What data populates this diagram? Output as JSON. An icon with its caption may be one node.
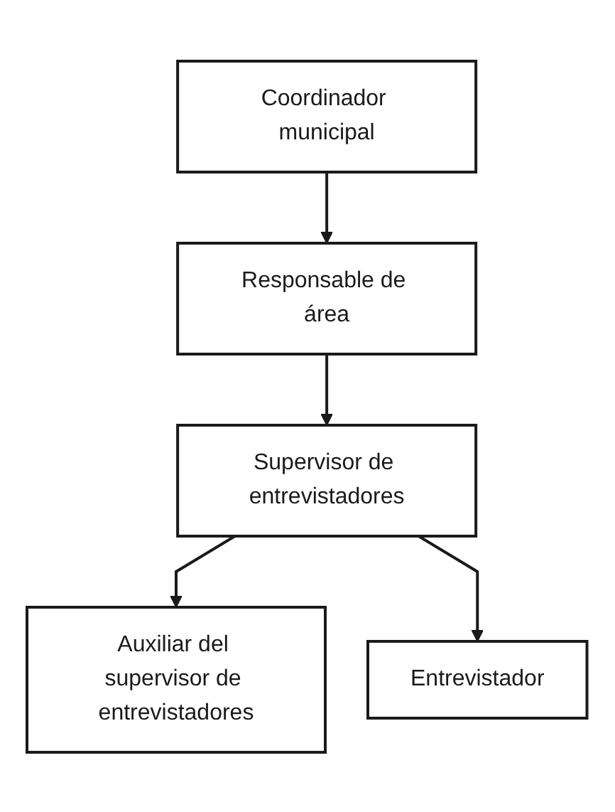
{
  "diagram": {
    "nodes": [
      {
        "text": [
          "Coordinador municipal"
        ]
      },
      {
        "text": [
          "Responsable de área"
        ]
      },
      {
        "text": [
          "Supervisor de entrevistadores"
        ]
      },
      {
        "text": [
          "Auxiliar del supervisor de entrevistadores"
        ]
      },
      {
        "text": [
          "Entrevistador"
        ]
      }
    ],
    "edges": [
      {
        "from": 0,
        "to": 1,
        "arrow": "to"
      },
      {
        "from": 1,
        "to": 2,
        "arrow": "to"
      },
      {
        "from": 2,
        "to": 3,
        "arrow": "to"
      },
      {
        "from": 2,
        "to": 4,
        "arrow": "to"
      }
    ]
  }
}
